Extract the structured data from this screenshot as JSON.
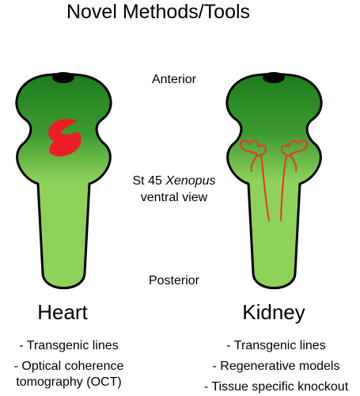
{
  "title": "Novel Methods/Tools",
  "labels": {
    "anterior": "Anterior",
    "stage_prefix": "St 45 ",
    "stage_species": "Xenopus",
    "view": "ventral view",
    "posterior": "Posterior"
  },
  "heart": {
    "name": "Heart",
    "methods": [
      "- Transgenic lines",
      "- Optical coherence",
      "tomography (OCT)"
    ]
  },
  "kidney": {
    "name": "Kidney",
    "methods": [
      "- Transgenic lines",
      "- Regenerative models",
      "- Tissue specific knockout"
    ]
  },
  "colors": {
    "body_dark": "#1c7d1c",
    "body_light": "#8ed25a",
    "organ": "#ee1c24",
    "mouth": "#000000"
  }
}
